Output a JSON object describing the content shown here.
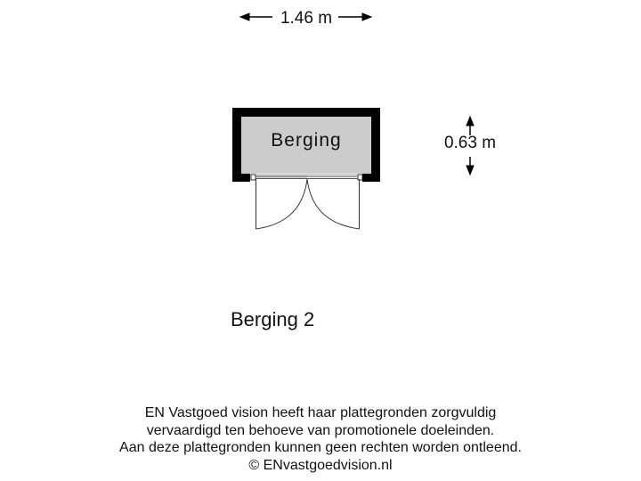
{
  "dimensions": {
    "width_label": "1.46 m",
    "depth_label": "0.63 m"
  },
  "rooms": [
    {
      "name": "Berging",
      "fill": "#cccccc"
    }
  ],
  "floor_title": "Berging 2",
  "disclaimer": {
    "lines": [
      "EN Vastgoed vision heeft haar plattegronden zorgvuldig",
      "vervaardigd ten behoeve van promotionele doeleinden.",
      "Aan deze plattegronden kunnen geen rechten worden ontleend.",
      "© ENvastgoedvision.nl"
    ]
  },
  "colors": {
    "wall": "#000000",
    "room_fill": "#cccccc",
    "line": "#333333"
  }
}
